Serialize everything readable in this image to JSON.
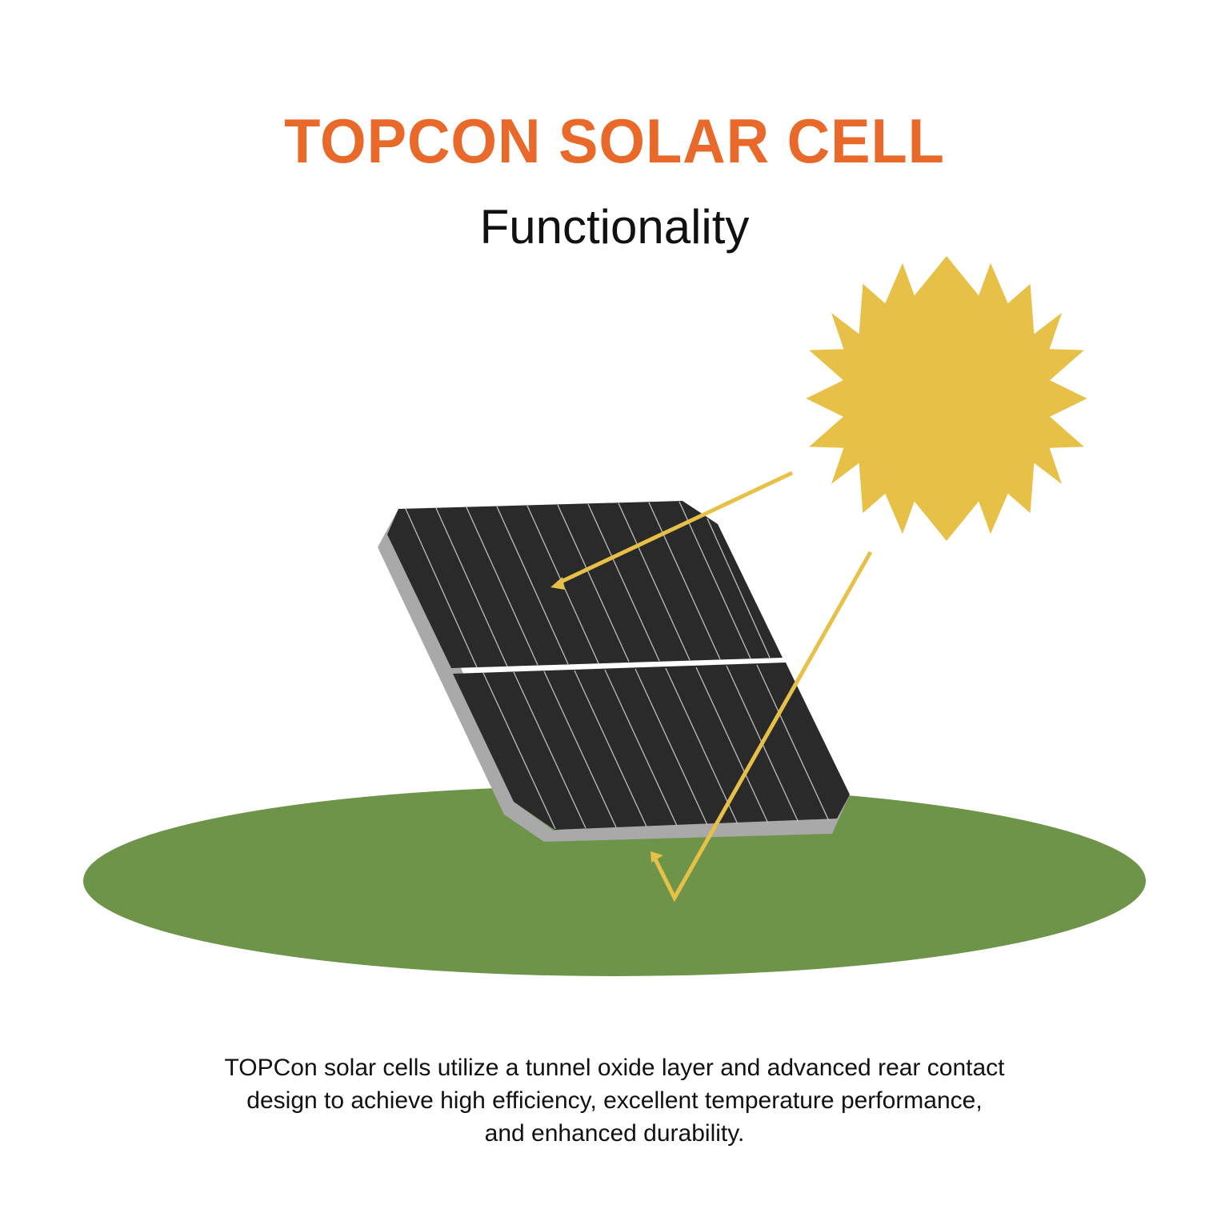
{
  "header": {
    "title": "TOPCON SOLAR CELL",
    "subtitle": "Functionality"
  },
  "illustration": {
    "sun": {
      "icon": "sun-starburst-icon",
      "color": "#e6c047",
      "points": 20
    },
    "panel": {
      "icon": "solar-panel-icon",
      "cell_color": "#2a2a2a",
      "frame_color": "#a9a9a9",
      "line_color": "#bdbdbd"
    },
    "ground": {
      "icon": "ground-ellipse",
      "color": "#6e9449"
    },
    "rays": {
      "color": "#e6c047",
      "incoming": "incoming-sunlight-arrow",
      "reflected": "reflected-light-arrow"
    }
  },
  "description": {
    "lines": [
      "TOPCon solar cells utilize a tunnel oxide layer and advanced rear contact",
      "design to achieve high efficiency, excellent temperature performance,",
      "and enhanced durability."
    ]
  },
  "colors": {
    "title": "#e8692a",
    "text": "#111111",
    "background": "#ffffff"
  }
}
